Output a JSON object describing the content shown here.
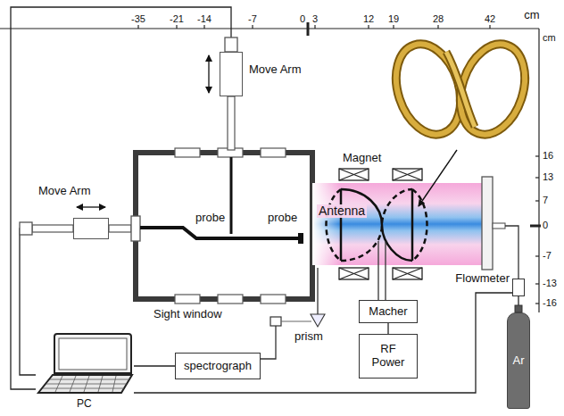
{
  "diagram": {
    "nodes": [
      {
        "text": [
          "Move Arm"
        ]
      },
      {
        "text": [
          "Move Arm"
        ]
      },
      {
        "text": [
          "Macher"
        ]
      },
      {
        "text": [
          "RF Power"
        ]
      },
      {
        "text": [
          "spectrograph"
        ]
      },
      {
        "text": [
          "Flowmeter"
        ]
      },
      {
        "text": [
          "Ar"
        ]
      },
      {
        "text": [
          "PC"
        ]
      }
    ],
    "edges": [
      {
        "from": 7,
        "to": 0,
        "arrow": "none"
      },
      {
        "from": 7,
        "to": 1,
        "arrow": "none"
      },
      {
        "from": 4,
        "to": 7,
        "arrow": "none"
      },
      {
        "from": 2,
        "to": 3,
        "arrow": "none"
      },
      {
        "from": 6,
        "to": 5,
        "arrow": "none"
      },
      {
        "from": 5,
        "to": 7,
        "arrow": "none"
      }
    ],
    "labels": [
      "-35",
      "-21",
      "-14",
      "-7",
      "0",
      "3",
      "12",
      "19",
      "28",
      "42",
      "cm",
      "cm",
      "16",
      "13",
      "7",
      "0",
      "-7",
      "-13",
      "-16",
      "Magnet",
      "Antenna",
      "probe",
      "probe",
      "Sight window",
      "prism"
    ]
  }
}
